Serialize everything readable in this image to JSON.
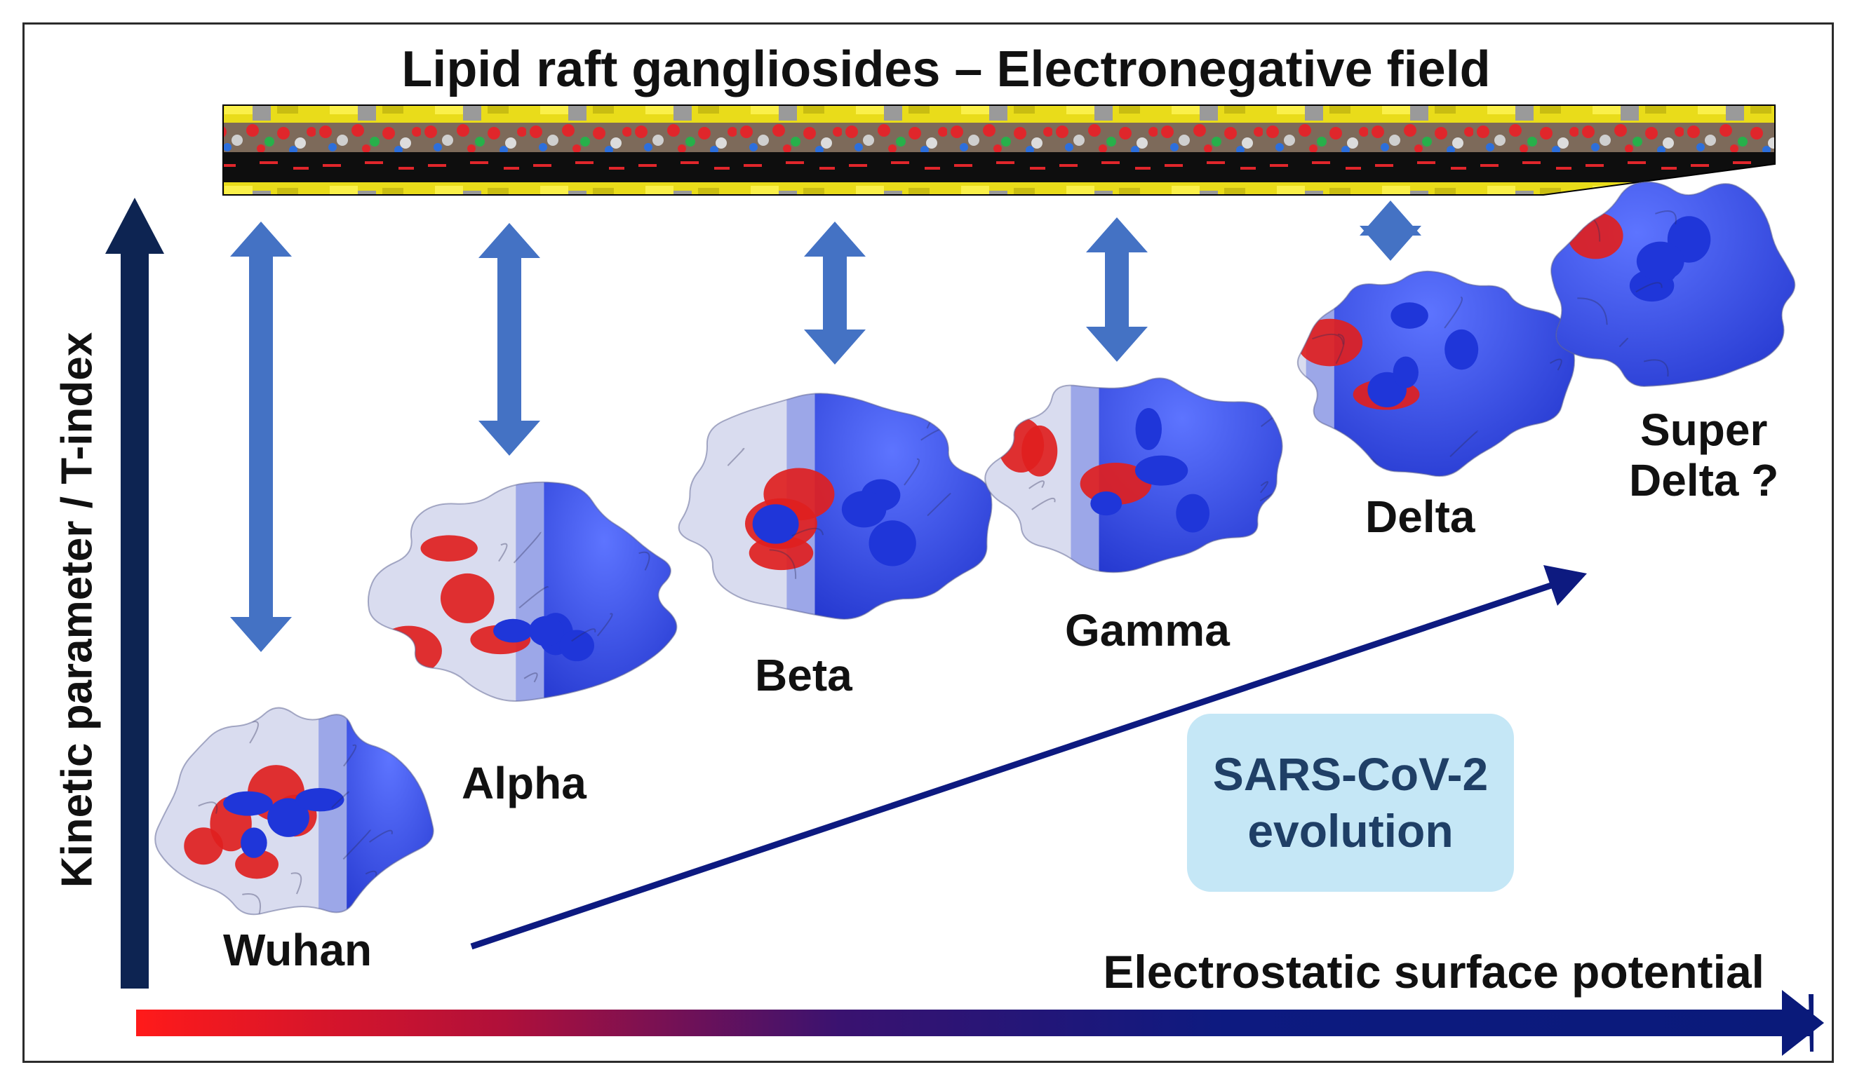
{
  "title": "Lipid raft gangliosides – Electronegative field",
  "y_axis_label": "Kinetic parameter / T-index",
  "x_axis_label": "Electrostatic surface potential",
  "evolution_box": {
    "line1": "SARS-CoV-2",
    "line2": "evolution"
  },
  "variants": [
    {
      "label": "Wuhan"
    },
    {
      "label": "Alpha"
    },
    {
      "label": "Beta"
    },
    {
      "label": "Gamma"
    },
    {
      "label": "Delta"
    },
    {
      "label": "Super",
      "label_line2": "Delta ?"
    }
  ],
  "colors": {
    "axis_dark": "#0d2452",
    "double_arrow": "#4472c4",
    "trend_arrow": "#0d1a80",
    "gradient_start": "#ff1a1a",
    "gradient_end": "#0a1a7a",
    "membrane_yellow": "#f2e51c",
    "membrane_red": "#e0262b",
    "surface_blue": "#1f36d9",
    "surface_red": "#e02020",
    "surface_white": "#e6e8ee",
    "evolution_box": "#c5e7f6"
  },
  "icons": [
    "membrane-strip",
    "double-arrow",
    "protein-surface"
  ]
}
